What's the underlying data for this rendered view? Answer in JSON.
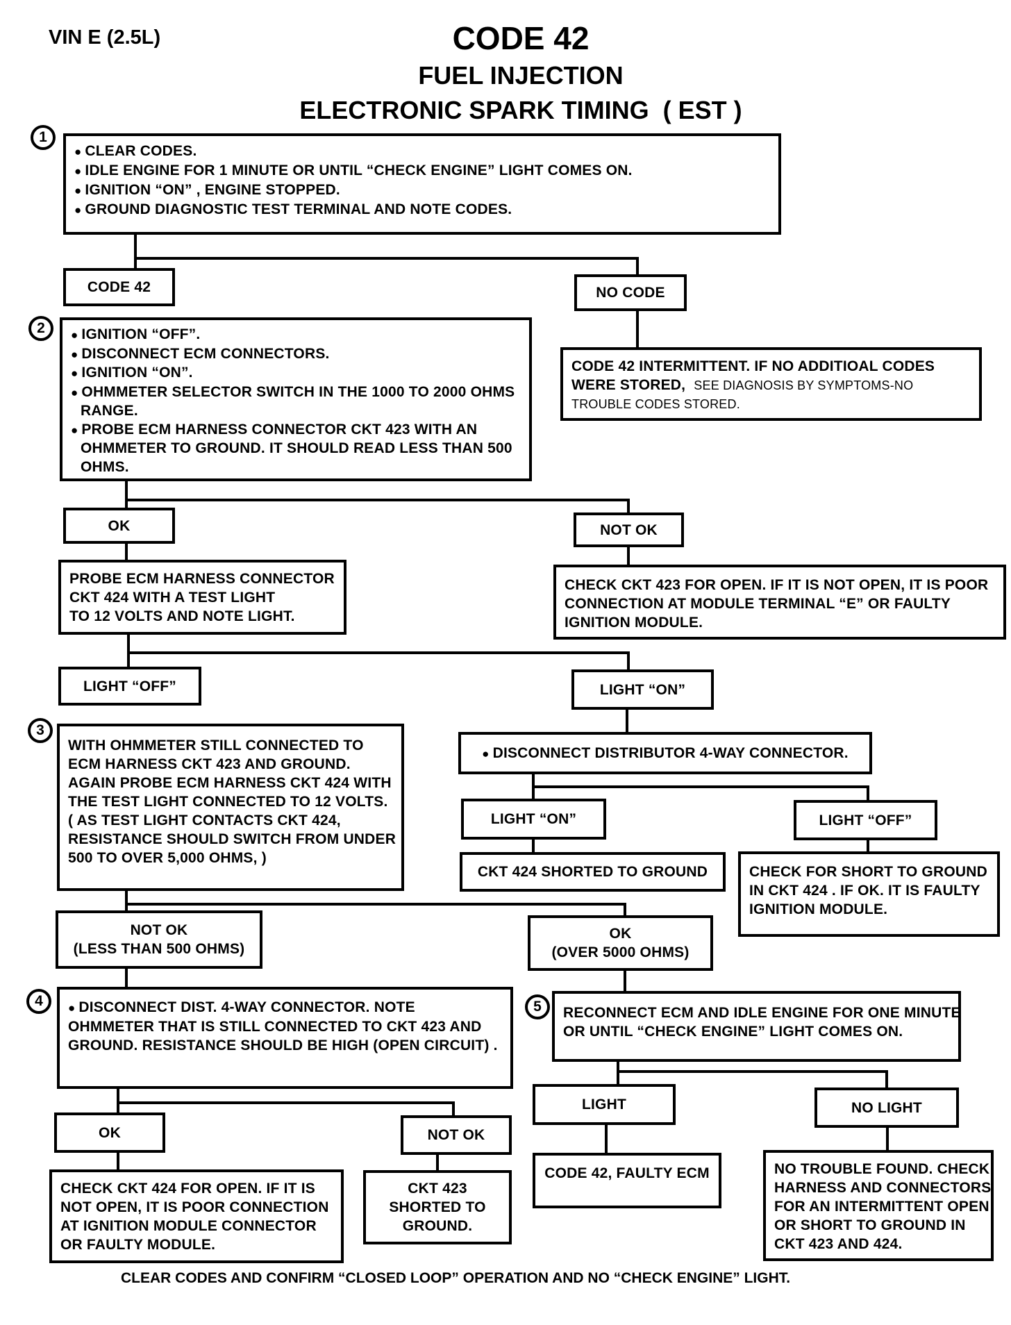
{
  "header": {
    "vin": "VIN E (2.5L)",
    "code": "CODE 42",
    "subtitle1": "FUEL INJECTION",
    "subtitle2": "ELECTRONIC SPARK TIMING  ( EST )"
  },
  "steps": [
    "1",
    "2",
    "3",
    "4",
    "5"
  ],
  "step1": {
    "lines": [
      "CLEAR CODES.",
      "IDLE ENGINE FOR 1 MINUTE OR UNTIL “CHECK ENGINE” LIGHT COMES ON.",
      "IGNITION “ON” , ENGINE STOPPED.",
      "GROUND DIAGNOSTIC TEST TERMINAL AND NOTE CODES."
    ]
  },
  "branch1": {
    "left": "CODE 42",
    "right": "NO CODE"
  },
  "intermittent": {
    "line1": "CODE 42 INTERMITTENT. IF NO ADDITIOAL CODES",
    "line2a": "WERE STORED,",
    "line2b": "SEE DIAGNOSIS BY SYMPTOMS-NO",
    "line3": "TROUBLE CODES STORED."
  },
  "step2": {
    "lines": [
      "IGNITION “OFF”.",
      "DISCONNECT ECM CONNECTORS.",
      "IGNITION “ON”.",
      "OHMMETER SELECTOR SWITCH IN THE 1000 TO 2000 OHMS",
      "RANGE.",
      "PROBE ECM HARNESS CONNECTOR CKT 423  WITH AN",
      "OHMMETER TO GROUND. IT SHOULD READ LESS THAN 500",
      "OHMS."
    ]
  },
  "branch2": {
    "left": "OK",
    "right": "NOT OK"
  },
  "probe424": {
    "lines": [
      "PROBE ECM HARNESS CONNECTOR",
      "CKT 424  WITH A TEST LIGHT",
      "TO 12 VOLTS AND NOTE LIGHT."
    ]
  },
  "check423": {
    "lines": [
      "CHECK CKT 423 FOR OPEN. IF IT IS NOT OPEN, IT IS POOR",
      "CONNECTION AT MODULE TERMINAL “E” OR FAULTY",
      "IGNITION MODULE."
    ]
  },
  "branch3": {
    "left": "LIGHT “OFF”",
    "right": "LIGHT “ON”"
  },
  "step3": {
    "lines": [
      "WITH OHMMETER STILL CONNECTED TO",
      "ECM HARNESS CKT 423 AND GROUND.",
      "AGAIN PROBE ECM HARNESS CKT 424 WITH",
      "THE TEST LIGHT CONNECTED TO 12 VOLTS.",
      "( AS TEST LIGHT CONTACTS CKT 424,",
      "RESISTANCE SHOULD SWITCH FROM UNDER",
      "500 TO OVER 5,000 OHMS, )"
    ]
  },
  "disconnect4way": {
    "text": "DISCONNECT DISTRIBUTOR 4-WAY CONNECTOR."
  },
  "branch4": {
    "left": "LIGHT “ON”",
    "right": "LIGHT “OFF”"
  },
  "shorted424": {
    "text": "CKT 424 SHORTED TO GROUND"
  },
  "checkShort": {
    "lines": [
      "CHECK FOR SHORT TO GROUND",
      "IN CKT 424 . IF OK. IT IS FAULTY",
      "IGNITION MODULE."
    ]
  },
  "branch5": {
    "left1": "NOT OK",
    "left2": "(LESS THAN 500 OHMS)",
    "right1": "OK",
    "right2": "(OVER 5000 OHMS)"
  },
  "step4": {
    "lines": [
      "DISCONNECT DIST. 4-WAY CONNECTOR. NOTE",
      "OHMMETER THAT IS STILL CONNECTED TO CKT 423  AND",
      "GROUND. RESISTANCE SHOULD BE HIGH (OPEN CIRCUIT) ."
    ]
  },
  "step5": {
    "lines": [
      "RECONNECT ECM AND IDLE ENGINE FOR ONE MINUTE",
      "OR UNTIL “CHECK ENGINE” LIGHT COMES ON."
    ]
  },
  "branch6": {
    "left": "OK",
    "right": "NOT OK"
  },
  "branch7": {
    "left": "LIGHT",
    "right": "NO LIGHT"
  },
  "check424open": {
    "lines": [
      "CHECK CKT 424 FOR OPEN. IF IT IS",
      "NOT OPEN, IT IS POOR CONNECTION",
      "AT IGNITION MODULE CONNECTOR",
      "OR FAULTY MODULE."
    ]
  },
  "shorted423": {
    "lines": [
      "CKT 423",
      "SHORTED TO",
      "GROUND."
    ]
  },
  "faultyEcm": {
    "text": "CODE 42, FAULTY ECM"
  },
  "noTrouble": {
    "lines": [
      "NO TROUBLE FOUND. CHECK",
      "HARNESS AND CONNECTORS",
      "FOR AN INTERMITTENT OPEN",
      "OR SHORT TO GROUND IN",
      "CKT 423 AND 424."
    ]
  },
  "footer": "CLEAR CODES AND CONFIRM “CLOSED LOOP” OPERATION AND NO “CHECK ENGINE” LIGHT."
}
